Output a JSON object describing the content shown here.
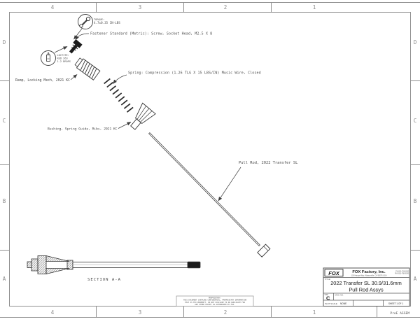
{
  "drawing": {
    "zones": {
      "columns": [
        "4",
        "3",
        "2",
        "1"
      ],
      "rows": [
        "D",
        "C",
        "B",
        "A"
      ]
    },
    "callouts": {
      "torque": {
        "line1": "TORQUE:",
        "line2": "4.7±0.35 IN-LBS"
      },
      "loctite": {
        "line1": "LOCTITE:",
        "line2": "RED 263",
        "line3": "1-2 DROPS"
      }
    },
    "labels": {
      "fastener": "Fastener Standard (Metric): Screw, Socket Head, M2.5 X 8",
      "ramp": "Ramp, Locking Mech, 2021 KC",
      "spring": "Spring: Compression (1.26 TLG X 15 LBS/IN) Music Wire, Closed",
      "bushing": "Bushing, Spring Guide, Ribs, 2021 KC",
      "pull_rod": "Pull Rod, 2022 Transfer SL"
    },
    "section_label": "SECTION A-A",
    "proprietary": {
      "line1": "PROPRIETARY:",
      "line2": "THIS DOCUMENT CONTAINS CONFIDENTIAL, PROPRIETARY INFORMATION",
      "line3": "THAT IS FOX PROPERTY. DO NOT DISCLOSE TO OR DUPLICATE FOR",
      "line4": "ANY OTHER EXCEPT AS AUTHORIZED BY FOX."
    },
    "title_block": {
      "logo": "FOX",
      "company": "FOX Factory, Inc.",
      "address": "130 Hangar Way, Watsonville, CA 95076 USA",
      "phone": "PH 831-768-1100",
      "fax": "FAX 831-768-9342",
      "title_label": "TITLE:",
      "title_line1": "2022 Transfer SL 30.9/31.6mm",
      "title_line2": "Pull Rod Assys",
      "size_label": "SIZE",
      "size": "C",
      "dwg_label": "DWG. NO.",
      "plot_scale_label": "PLOT SCALE",
      "plot_scale": "NONE",
      "sheet": "SHEET 1 OF 1"
    },
    "footer_note": "ProE ASSEM"
  }
}
